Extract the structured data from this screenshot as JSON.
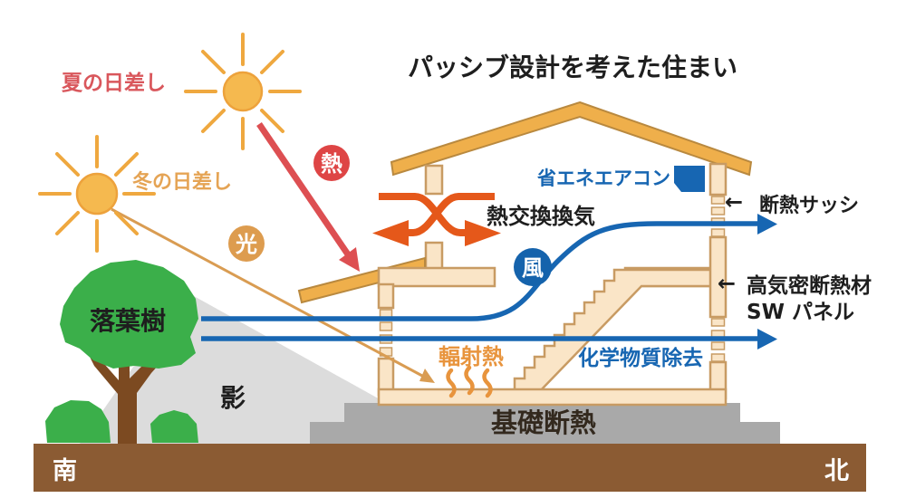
{
  "title": "パッシブ設計を考えた住まい",
  "sky": {
    "summer_sun_label": "夏の日差し",
    "winter_sun_label": "冬の日差し"
  },
  "badges": {
    "heat": "熱",
    "light": "光",
    "wind": "風"
  },
  "house": {
    "heat_exchange_label": "熱交換換気",
    "eco_aircon_label": "省エネエアコン",
    "sash_label": "断熱サッシ",
    "sash_arrow": "←",
    "panel_label_line1": "高気密断熱材",
    "panel_label_line2": "SW パネル",
    "panel_arrow": "←",
    "radiant_heat_label": "輻射熱",
    "chemical_removal_label": "化学物質除去",
    "foundation_label": "基礎断熱"
  },
  "site": {
    "tree_label": "落葉樹",
    "shade_label": "影",
    "south_label": "南",
    "north_label": "北"
  },
  "colors": {
    "roof_orange": "#EFAF4B",
    "wall_beige": "#FAE5C7",
    "wall_outline": "#C89B63",
    "flow_blue": "#1766B2",
    "badge_blue": "#1563AC",
    "heat_red": "#DD4F52",
    "badge_red": "#DE4545",
    "exchange_orange": "#E5581A",
    "light_orange": "#DD9C4F",
    "sun_fill": "#F5B94F",
    "radiant_orange": "#E8943D",
    "tree_green": "#3BAF4A",
    "trunk_brown": "#7C4A21",
    "shadow_gray": "#DCDCDC",
    "foundation_gray": "#A9A9A9",
    "ground_brown": "#8B5B33"
  }
}
